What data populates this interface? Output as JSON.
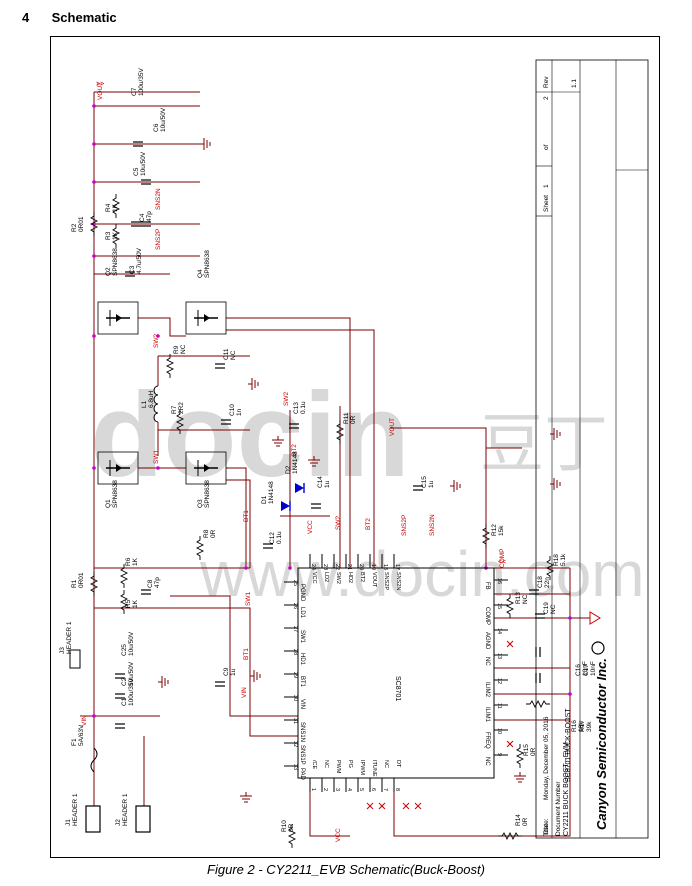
{
  "section": {
    "number": "4",
    "title": "Schematic"
  },
  "caption": "Figure 2 - CY2211_EVB Schematic(Buck-Boost)",
  "title_block": {
    "company": "Canyon Semiconductor Inc.",
    "title_label": "Title",
    "title": "SC8701 BUCK-BOOST",
    "doc_label": "Document Number",
    "doc": "CY2211 BUCK BOOST - EVM",
    "rev_label": "Rev",
    "rev": "1.1",
    "date_label": "Date:",
    "date": "Monday, December 05, 2016",
    "sheet_label": "Sheet",
    "sheet": "1",
    "of_label": "of",
    "of": "2"
  },
  "ic": {
    "name": "SC8701",
    "pins_left": [
      "1 /CE",
      "2 NC",
      "3 PWM",
      "4 PG",
      "5 IPWM",
      "6 ITUNE",
      "7 NC",
      "8 DT"
    ],
    "pins_right": [
      "24 VCC",
      "23 LD2",
      "22 SW2",
      "21 HD2",
      "20 BT2",
      "19 VOUT",
      "18 SNS2P",
      "17 SNS2N"
    ],
    "pins_top": [
      "33 PAD",
      "32 SNS1P",
      "31 SNS1N",
      "30 VIN",
      "29 BT1",
      "28 HD1",
      "27 SW1",
      "26 LD1",
      "25 PGND"
    ],
    "pins_bottom": [
      "16 FB",
      "15 COMP",
      "14 AGND",
      "13 NC",
      "12 ILIM2",
      "11 ILIM1",
      "10 FREQ",
      "9 NC"
    ]
  },
  "components": {
    "q1": [
      "Q1",
      "SPN8638"
    ],
    "q2": [
      "Q2",
      "SPN8638"
    ],
    "q3": [
      "Q3",
      "SPN8638"
    ],
    "q4": [
      "Q4",
      "SPN8638"
    ],
    "l1": [
      "L1",
      "6.8uH"
    ],
    "r1": [
      "R1",
      "0R01"
    ],
    "r2": [
      "R2",
      "0R01"
    ],
    "r3": [
      "R3",
      "1K"
    ],
    "r4": [
      "R4",
      "1K"
    ],
    "r5": [
      "R5",
      "1K"
    ],
    "r6": [
      "R6",
      "1K"
    ],
    "r7": [
      "R7",
      "2R2"
    ],
    "r8": [
      "R8",
      "0R"
    ],
    "r9": [
      "R9",
      "NC"
    ],
    "r10": [
      "R10",
      "0R"
    ],
    "r11": [
      "R11",
      "0R"
    ],
    "r12": [
      "R12",
      "15k"
    ],
    "r13": [
      "R13",
      "NC"
    ],
    "r14": [
      "R14",
      "0R"
    ],
    "r15": [
      "R15",
      "0R"
    ],
    "r16": [
      "R16",
      "18k"
    ],
    "r17": [
      "R17",
      "39k"
    ],
    "r18": [
      "R18",
      "5.1k"
    ],
    "c1": [
      "C1",
      "100u/35V"
    ],
    "c2": [
      "C2",
      "10u/50V"
    ],
    "c25": [
      "C25",
      "10u/50V"
    ],
    "c3": [
      "C3",
      "4.7u/50V"
    ],
    "c4": [
      "C4",
      "47p"
    ],
    "c5": [
      "C5",
      "10u/50V"
    ],
    "c6": [
      "C6",
      "10u/50V"
    ],
    "c7": [
      "C7",
      "100u/35V"
    ],
    "c8": [
      "C8",
      "47p"
    ],
    "c9": [
      "C9",
      "1u"
    ],
    "c10": [
      "C10",
      "1n"
    ],
    "c11": [
      "C11",
      "NC"
    ],
    "c12": [
      "C12",
      "0.1u"
    ],
    "c13": [
      "C13",
      "0.1u"
    ],
    "c14": [
      "C14",
      "1u"
    ],
    "c15": [
      "C15",
      "1u"
    ],
    "c16": [
      "C16",
      "10nF"
    ],
    "c17": [
      "C17",
      "10nF"
    ],
    "c18": [
      "C18",
      "22n"
    ],
    "c19": [
      "C19",
      "NC"
    ],
    "d1": [
      "D1",
      "1N4148"
    ],
    "d2": [
      "D2",
      "1N4148"
    ],
    "f1": [
      "F1",
      "5A/63V"
    ],
    "j1": [
      "J1",
      "HEADER 1"
    ],
    "j2": [
      "J2",
      "HEADER 1"
    ],
    "j3": [
      "J3",
      "HEADER 1"
    ]
  },
  "nets": {
    "vout": "VOUT",
    "vin": "VIN",
    "vcc": "VCC",
    "sw1": "SW1",
    "sw2": "SW2",
    "bt1": "BT1",
    "bt2": "BT2",
    "sns1p": "SNS1P",
    "sns1n": "SNS1N",
    "sns2p": "SNS2P",
    "sns2n": "SNS2N",
    "comp": "COMP"
  },
  "watermark": {
    "logo": "docin",
    "cn": "豆丁",
    "url": "www.docin.com"
  },
  "colors": {
    "wire": "#7a0000",
    "net_label": "#cc0000",
    "junction": "#cc00cc",
    "diode": "#0000cc",
    "ink": "#000000",
    "watermark": "#d8d8d8"
  }
}
